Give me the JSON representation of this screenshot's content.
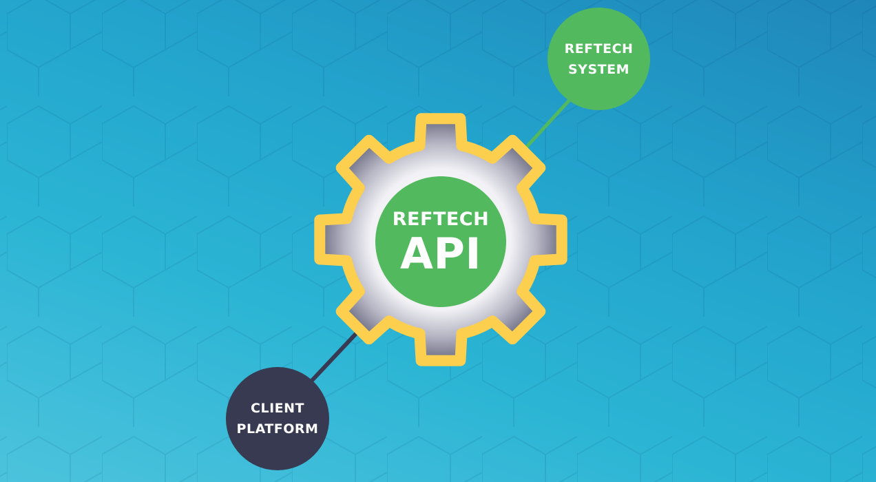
{
  "diagram": {
    "center_node": {
      "line1": "REFTECH",
      "line2": "API",
      "shape": "gear-with-circle",
      "circle_color": "#53b95f",
      "gear_outline_color": "#fdcf4f"
    },
    "nodes": [
      {
        "id": "reftech-system",
        "line1": "REFTECH",
        "line2": "SYSTEM",
        "color": "#53b95f",
        "connector_color": "#53b95f"
      },
      {
        "id": "client-platform",
        "line1": "CLIENT",
        "line2": "PLATFORM",
        "color": "#383a52",
        "connector_color": "#383a52"
      }
    ],
    "background": {
      "pattern": "hexagon",
      "colors": [
        "#1f86b9",
        "#2bb4d4",
        "#4cc3dd"
      ]
    }
  }
}
